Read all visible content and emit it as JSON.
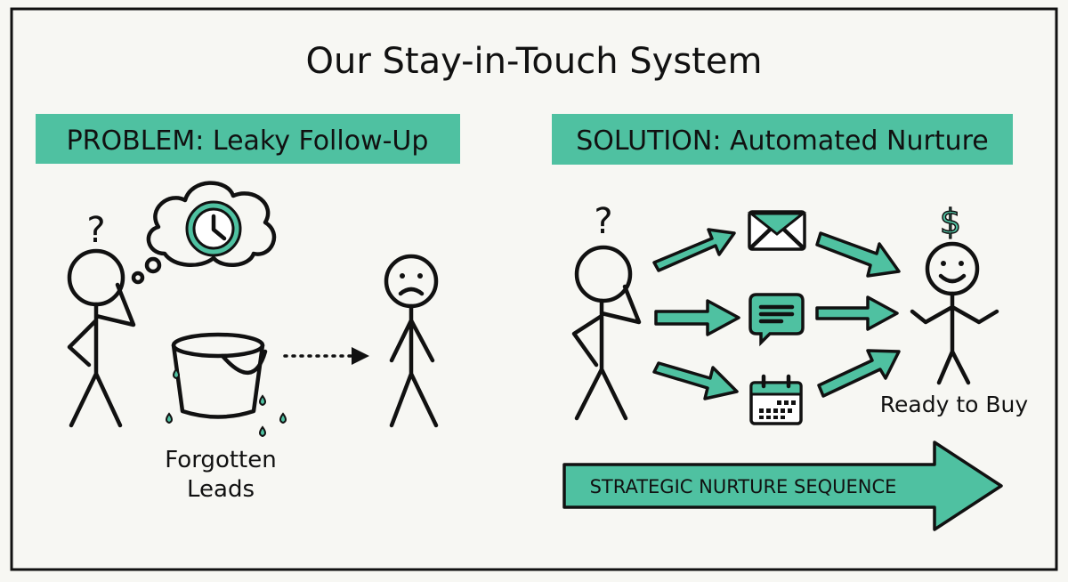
{
  "title": "Our Stay-in-Touch System",
  "problem": {
    "banner": "PROBLEM: Leaky Follow-Up",
    "question_mark": "?",
    "bucket_caption_line1": "Forgotten",
    "bucket_caption_line2": "Leads"
  },
  "solution": {
    "banner": "SOLUTION: Automated Nurture",
    "question_mark": "?",
    "money_symbol": "$",
    "result_label": "Ready to Buy",
    "sequence_label": "STRATEGIC NURTURE SEQUENCE"
  },
  "colors": {
    "accent": "#4fc1a1",
    "ink": "#111111",
    "background": "#f7f7f3"
  }
}
